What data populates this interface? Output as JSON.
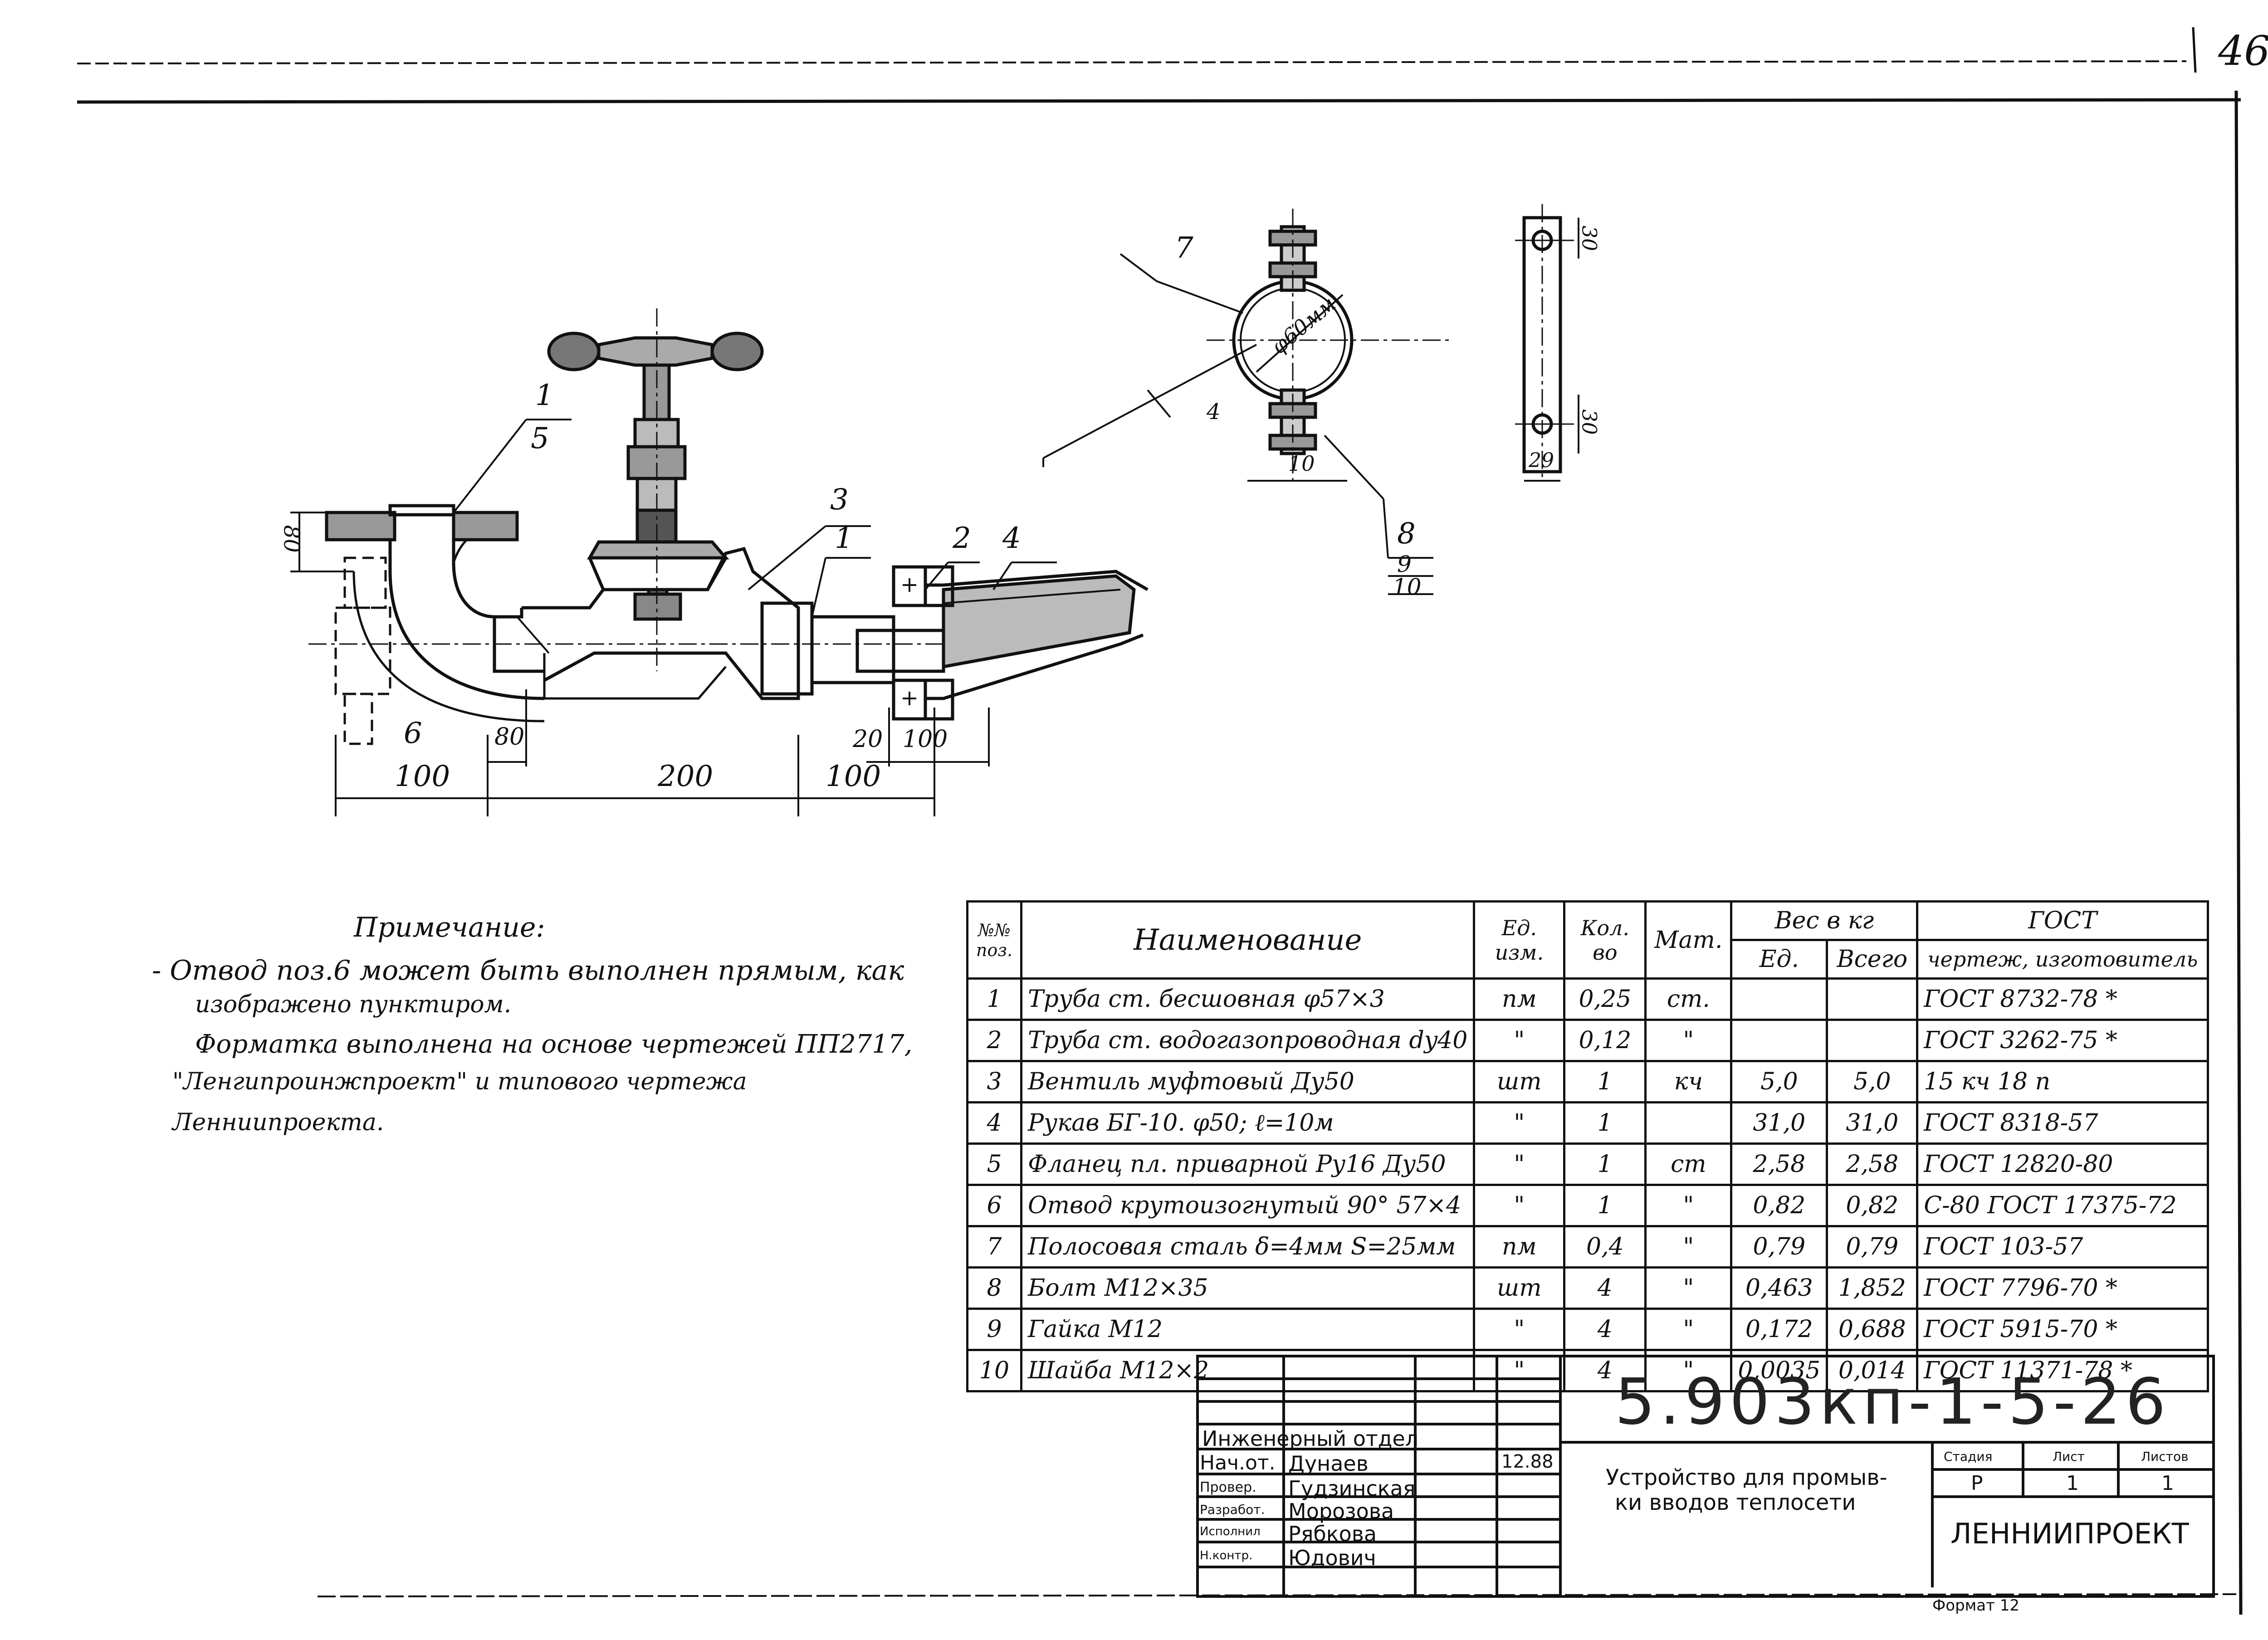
{
  "page_number": "46",
  "drawing": {
    "position_labels": [
      "1",
      "5",
      "3",
      "1",
      "2",
      "4",
      "7",
      "6",
      "8",
      "9",
      "10"
    ],
    "dimensions": {
      "flange_height": "80",
      "left_span": "100",
      "middle_span": "200",
      "right_span": "100",
      "offset_80": "80",
      "offset_20": "20",
      "offset_100": "100",
      "clamp_diameter": "φ60мм",
      "clamp_thickness": "4",
      "clamp_bolt": "10",
      "strip_top": "30",
      "strip_bottom": "30",
      "strip_width": "29"
    }
  },
  "note": {
    "title": "Примечание:",
    "lines": [
      "- Отвод поз.6 может быть выполнен прямым, как",
      "изображено пунктиром.",
      "Форматка выполнена на основе чертежей ПП2717,",
      "\"Ленгипроинжпроект\" и типового чертежа",
      "Ленниипроекта."
    ]
  },
  "spec_table": {
    "headers": {
      "pos": "№№ поз.",
      "name": "Наименование",
      "unit": "Ед. изм.",
      "qty": "Кол. во",
      "mat": "Мат.",
      "weight": "Вес в кг",
      "weight_unit": "Ед.",
      "weight_total": "Всего",
      "gost": "ГОСТ",
      "gost_sub": "чертеж, изготовитель"
    },
    "rows": [
      {
        "pos": "1",
        "name": "Труба ст. бесшовная φ57×3",
        "unit": "пм",
        "qty": "0,25",
        "mat": "ст.",
        "w_unit": "",
        "w_total": "",
        "gost": "ГОСТ 8732-78 *"
      },
      {
        "pos": "2",
        "name": "Труба ст. водогазопроводная dy40",
        "unit": "\"",
        "qty": "0,12",
        "mat": "\"",
        "w_unit": "",
        "w_total": "",
        "gost": "ГОСТ 3262-75 *"
      },
      {
        "pos": "3",
        "name": "Вентиль муфтовый Ду50",
        "unit": "шт",
        "qty": "1",
        "mat": "кч",
        "w_unit": "5,0",
        "w_total": "5,0",
        "gost": "15 кч 18 п"
      },
      {
        "pos": "4",
        "name": "Рукав БГ-10. φ50; ℓ=10м",
        "unit": "\"",
        "qty": "1",
        "mat": "",
        "w_unit": "31,0",
        "w_total": "31,0",
        "gost": "ГОСТ 8318-57"
      },
      {
        "pos": "5",
        "name": "Фланец пл. приварной Ру16 Ду50",
        "unit": "\"",
        "qty": "1",
        "mat": "ст",
        "w_unit": "2,58",
        "w_total": "2,58",
        "gost": "ГОСТ 12820-80"
      },
      {
        "pos": "6",
        "name": "Отвод крутоизогнутый 90° 57×4",
        "unit": "\"",
        "qty": "1",
        "mat": "\"",
        "w_unit": "0,82",
        "w_total": "0,82",
        "gost": "С-80 ГОСТ 17375-72"
      },
      {
        "pos": "7",
        "name": "Полосовая сталь δ=4мм S=25мм",
        "unit": "пм",
        "qty": "0,4",
        "mat": "\"",
        "w_unit": "0,79",
        "w_total": "0,79",
        "gost": "ГОСТ 103-57"
      },
      {
        "pos": "8",
        "name": "Болт М12×35",
        "unit": "шт",
        "qty": "4",
        "mat": "\"",
        "w_unit": "0,463",
        "w_total": "1,852",
        "gost": "ГОСТ 7796-70 *"
      },
      {
        "pos": "9",
        "name": "Гайка М12",
        "unit": "\"",
        "qty": "4",
        "mat": "\"",
        "w_unit": "0,172",
        "w_total": "0,688",
        "gost": "ГОСТ 5915-70 *"
      },
      {
        "pos": "10",
        "name": "Шайба М12×2",
        "unit": "\"",
        "qty": "4",
        "mat": "\"",
        "w_unit": "0,0035",
        "w_total": "0,014",
        "gost": "ГОСТ 11371-78 *"
      }
    ]
  },
  "title_block": {
    "doc_code": "5.903кп-1-5-26",
    "title_line1": "Устройство для промыв-",
    "title_line2": "ки вводов теплосети",
    "dept": "Инженерный отдел",
    "stage_label": "Стадия",
    "sheet_label": "Лист",
    "sheets_label": "Листов",
    "stage": "Р",
    "sheet": "1",
    "sheets": "1",
    "org": "ЛЕННИИПРОЕКТ",
    "date": "12.88",
    "format": "Формат 12",
    "people": [
      {
        "role": "Нач.от.",
        "name": "Дунаев"
      },
      {
        "role": "Провер.",
        "name": "Гудзинская"
      },
      {
        "role": "Разработ.",
        "name": "Морозова"
      },
      {
        "role": "Исполнил",
        "name": "Рябкова"
      },
      {
        "role": "Н.контр.",
        "name": "Юдович"
      }
    ]
  }
}
